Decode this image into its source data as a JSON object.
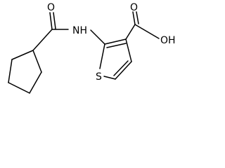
{
  "molecule": {
    "atoms": {
      "oxygen_amide": "O",
      "nitrogen": "NH",
      "oxygen_carbonyl_acid": "O",
      "hydroxyl": "OH",
      "sulfur": "S"
    }
  },
  "colors": {
    "background": "#ffffff",
    "bond": "#000000",
    "text": "#000000"
  }
}
